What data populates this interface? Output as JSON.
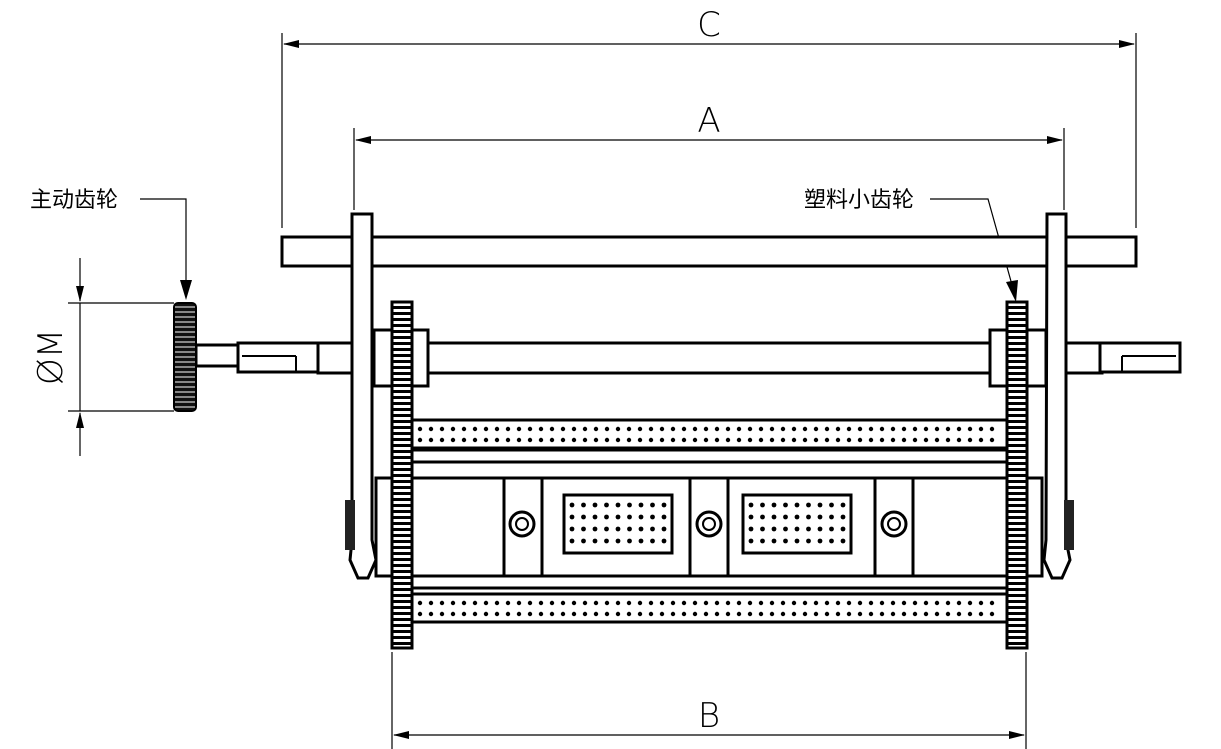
{
  "dimensions": {
    "overall_width_label": "C",
    "frame_width_label": "A",
    "roller_width_label": "B",
    "gear_diameter_label": "ØM"
  },
  "callouts": {
    "drive_gear": "主动齿轮",
    "plastic_small_gear": "塑料小齿轮"
  },
  "colors": {
    "line": "#000000",
    "background": "#ffffff"
  }
}
